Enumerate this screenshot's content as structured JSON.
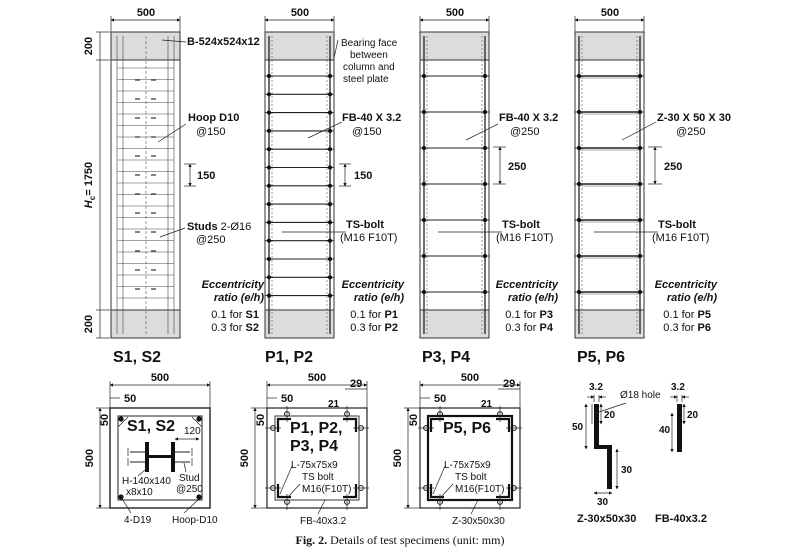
{
  "common": {
    "dim_500": "500",
    "dim_200": "200",
    "dim_50": "50",
    "dim_29": "29",
    "dim_21": "21",
    "dim_150": "150",
    "dim_250": "250"
  },
  "elevation_s": {
    "height_label": "= 1750",
    "height_symbol": "H",
    "height_sub": "c",
    "plate": "B-524x524x12",
    "hoop_title": "Hoop D10",
    "hoop_spacing": "@150",
    "studs_title": "Studs",
    "studs_spec": "2-Ø16",
    "studs_spacing": "@250",
    "ecc_line1": "Eccentricity",
    "ecc_line2": "ratio (e/h)",
    "case1_pre": "0.1 for ",
    "case1_name": "S1",
    "case2_pre": "0.3 for ",
    "case2_name": "S2",
    "label": "S1, S2"
  },
  "elevation_p12": {
    "bearing_line1": "Bearing face",
    "bearing_line2": "between",
    "bearing_line3": "column and",
    "bearing_line4": "steel plate",
    "fb_title": "FB-40 X 3.2",
    "fb_spacing": "@150",
    "bolt_title": "TS-bolt",
    "bolt_spec": "(M16 F10T)",
    "ecc_line1": "Eccentricity",
    "ecc_line2": "ratio (e/h)",
    "case1_pre": "0.1 for ",
    "case1_name": "P1",
    "case2_pre": "0.3 for ",
    "case2_name": "P2",
    "label": "P1, P2"
  },
  "elevation_p34": {
    "fb_title": "FB-40 X 3.2",
    "fb_spacing": "@250",
    "bolt_title": "TS-bolt",
    "bolt_spec": "(M16 F10T)",
    "ecc_line1": "Eccentricity",
    "ecc_line2": "ratio (e/h)",
    "case1_pre": "0.1 for ",
    "case1_name": "P3",
    "case2_pre": "0.3 for ",
    "case2_name": "P4",
    "label": "P3, P4"
  },
  "elevation_p56": {
    "z_title": "Z-30 X 50 X 30",
    "z_spacing": "@250",
    "bolt_title": "TS-bolt",
    "bolt_spec": "(M16 F10T)",
    "ecc_line1": "Eccentricity",
    "ecc_line2": "ratio (e/h)",
    "case1_pre": "0.1 for ",
    "case1_name": "P5",
    "case2_pre": "0.3 for ",
    "case2_name": "P6",
    "label": "P5, P6"
  },
  "section_s": {
    "title": "S1, S2",
    "dim_120": "120",
    "h_line1": "H-140x140",
    "h_line2": "x8x10",
    "stud_line1": "Stud",
    "stud_line2": "@250",
    "rebar": "4-D19",
    "hoop": "Hoop-D10"
  },
  "section_p1": {
    "title_line1": "P1, P2,",
    "title_line2": "P3, P4",
    "angle": "L-75x75x9",
    "bolt_line1": "TS bolt",
    "bolt_line2": "M16(F10T)",
    "fb": "FB-40x3.2"
  },
  "section_p5": {
    "title": "P5, P6",
    "angle": "L-75x75x9",
    "bolt_line1": "TS bolt",
    "bolt_line2": "M16(F10T)",
    "z": "Z-30x50x30"
  },
  "details": {
    "dim_32a": "3.2",
    "dim_32b": "3.2",
    "hole": "Ø18 hole",
    "dim_20a": "20",
    "dim_20b": "20",
    "dim_50": "50",
    "dim_40": "40",
    "dim_30a": "30",
    "dim_30b": "30",
    "z_label": "Z-30x50x30",
    "fb_label": "FB-40x3.2"
  },
  "caption": {
    "fig": "Fig. 2.",
    "text": " Details of test specimens (unit: mm)"
  }
}
